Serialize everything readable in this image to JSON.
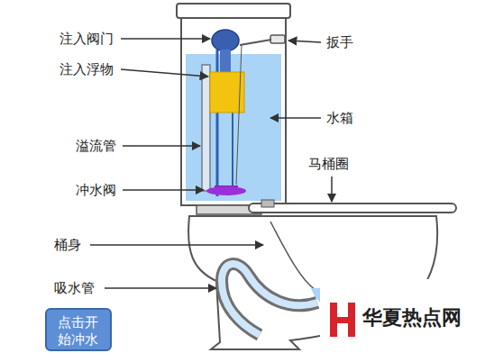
{
  "diagram": {
    "nodes": [
      {
        "text": [
          "点击开 始冲水"
        ]
      }
    ],
    "labels": [
      "注入阀门",
      "注入浮物",
      "扳手",
      "水箱",
      "溢流管",
      "冲水阀",
      "马桶圈",
      "桶身",
      "吸水管",
      "华夏热点网"
    ]
  }
}
